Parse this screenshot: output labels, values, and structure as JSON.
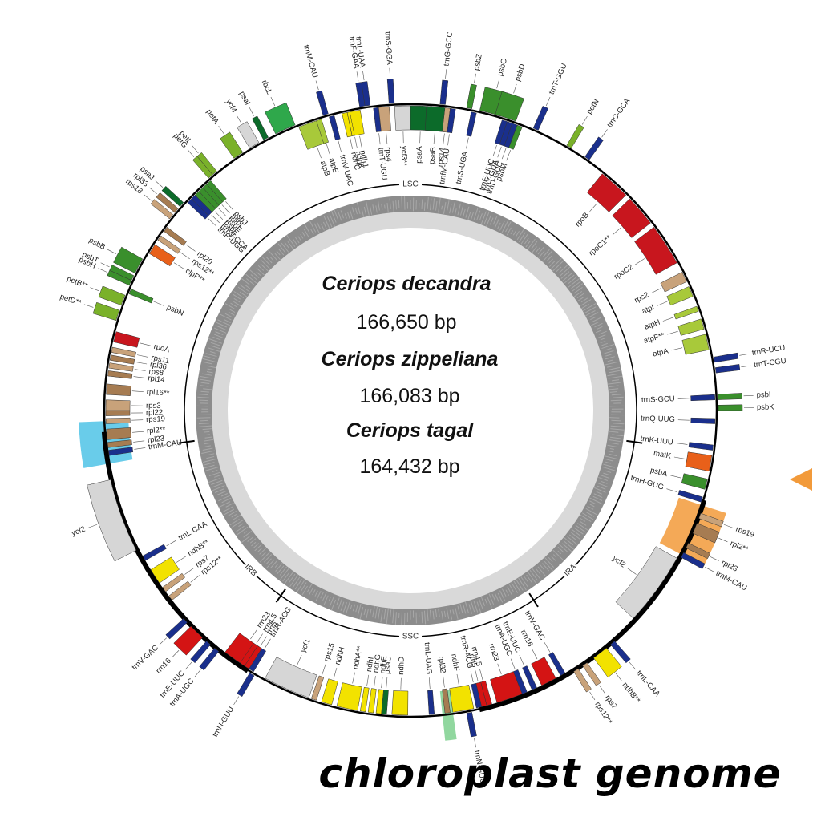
{
  "center": {
    "species": [
      {
        "name": "Ceriops decandra",
        "size": "166,650 bp"
      },
      {
        "name": "Ceriops zippeliana",
        "size": "166,083 bp"
      },
      {
        "name": "Ceriops tagal",
        "size": "164,432 bp"
      }
    ]
  },
  "footer": {
    "title": "chloroplast genome"
  },
  "regions": [
    {
      "label": "LSC",
      "angle": 0
    },
    {
      "label": "IRA",
      "angle": 135
    },
    {
      "label": "SSC",
      "angle": 180
    },
    {
      "label": "IRB",
      "angle": 225
    }
  ],
  "colors": {
    "photosystem_I": "#0c6b2a",
    "photosystem_II": "#3a8f2c",
    "cytochrome": "#7ab12a",
    "atp_synthase": "#a8c93a",
    "nadh": "#f2e200",
    "rubisco": "#2fa84b",
    "rna_polymerase": "#c8161e",
    "ribosomal_small": "#c8a27a",
    "ribosomal_large": "#a67c52",
    "clpP_matK": "#e8601a",
    "other_genes": "#d6d6d6",
    "trna": "#1a2f8c",
    "rrna": "#d41414",
    "highlight_blue": "#4fc3e6",
    "highlight_orange": "#f29a3a",
    "highlight_green": "#7ed08e",
    "gc_content": "#8c8c8c",
    "inner_ring": "#d9d9d9"
  },
  "genes": [
    {
      "label": "trnG-GCC",
      "angle": 6,
      "side": "out",
      "color": "trna",
      "span": 1
    },
    {
      "label": "psbZ",
      "angle": 11,
      "side": "out",
      "color": "photosystem_II",
      "span": 1
    },
    {
      "label": "psbC",
      "angle": 15,
      "side": "out",
      "color": "photosystem_II",
      "span": 4
    },
    {
      "label": "psbD",
      "angle": 18,
      "side": "out",
      "color": "photosystem_II",
      "span": 4
    },
    {
      "label": "trnT-GGU",
      "angle": 24,
      "side": "out",
      "color": "trna",
      "span": 1
    },
    {
      "label": "petN",
      "angle": 31,
      "side": "out",
      "color": "cytochrome",
      "span": 1
    },
    {
      "label": "trnC-GCA",
      "angle": 35,
      "side": "out",
      "color": "trna",
      "span": 1
    },
    {
      "label": "rpoB",
      "angle": 42,
      "side": "in",
      "color": "rna_polymerase",
      "span": 6
    },
    {
      "label": "rpoC1**",
      "angle": 49,
      "side": "in",
      "color": "rna_polymerase",
      "span": 6
    },
    {
      "label": "rpoC2",
      "angle": 57,
      "side": "in",
      "color": "rna_polymerase",
      "span": 8
    },
    {
      "label": "rps2",
      "angle": 64,
      "side": "in",
      "color": "ribosomal_small",
      "span": 2
    },
    {
      "label": "atpI",
      "angle": 67,
      "side": "in",
      "color": "atp_synthase",
      "span": 2
    },
    {
      "label": "atpH",
      "angle": 70.5,
      "side": "in",
      "color": "atp_synthase",
      "span": 1
    },
    {
      "label": "atpF**",
      "angle": 73.5,
      "side": "in",
      "color": "atp_synthase",
      "span": 2
    },
    {
      "label": "atpA",
      "angle": 77,
      "side": "in",
      "color": "atp_synthase",
      "span": 3
    },
    {
      "label": "trnR-UCU",
      "angle": 80.5,
      "side": "out",
      "color": "trna",
      "span": 1
    },
    {
      "label": "trnT-CGU",
      "angle": 82.5,
      "side": "out",
      "color": "trna",
      "span": 1
    },
    {
      "label": "trnS-GCU",
      "angle": 87.5,
      "side": "in",
      "color": "trna",
      "span": 1
    },
    {
      "label": "psbI",
      "angle": 87.5,
      "side": "out",
      "color": "photosystem_II",
      "span": 1
    },
    {
      "label": "psbK",
      "angle": 89.5,
      "side": "out",
      "color": "photosystem_II",
      "span": 1
    },
    {
      "label": "trnQ-UUG",
      "angle": 92,
      "side": "in",
      "color": "trna",
      "span": 1
    },
    {
      "label": "trnK-UUU",
      "angle": 97,
      "side": "in",
      "color": "trna",
      "span": 1
    },
    {
      "label": "matK",
      "angle": 100,
      "side": "in",
      "color": "clpP_matK",
      "span": 3
    },
    {
      "label": "psbA",
      "angle": 104,
      "side": "in",
      "color": "photosystem_II",
      "span": 2
    },
    {
      "label": "trnH-GUG",
      "angle": 107,
      "side": "in",
      "color": "trna",
      "span": 1
    },
    {
      "label": "rps19",
      "angle": 110,
      "side": "out",
      "color": "ribosomal_small",
      "span": 1
    },
    {
      "label": "rpl2**",
      "angle": 112.5,
      "side": "out",
      "color": "ribosomal_large",
      "span": 2
    },
    {
      "label": "rpl23",
      "angle": 116,
      "side": "out",
      "color": "ribosomal_large",
      "span": 1
    },
    {
      "label": "trnM-CAU",
      "angle": 118,
      "side": "out",
      "color": "trna",
      "span": 1
    },
    {
      "label": "ycf2",
      "angle": 126,
      "side": "in",
      "color": "other_genes",
      "span": 14
    },
    {
      "label": "trnL-CAA",
      "angle": 139,
      "side": "out",
      "color": "trna",
      "span": 1
    },
    {
      "label": "ndhB**",
      "angle": 142,
      "side": "out",
      "color": "nadh",
      "span": 3
    },
    {
      "label": "rps7",
      "angle": 145.5,
      "side": "out",
      "color": "ribosomal_small",
      "span": 1
    },
    {
      "label": "rps12**",
      "angle": 147.5,
      "side": "out",
      "color": "ribosomal_small",
      "span": 1
    },
    {
      "label": "trnV-GAC",
      "angle": 150,
      "side": "in",
      "color": "trna",
      "span": 1
    },
    {
      "label": "rrn16",
      "angle": 153,
      "side": "in",
      "color": "rrna",
      "span": 3
    },
    {
      "label": "trnE-UUC",
      "angle": 156,
      "side": "in",
      "color": "trna",
      "span": 1
    },
    {
      "label": "trnA-UGC",
      "angle": 158,
      "side": "in",
      "color": "trna",
      "span": 1
    },
    {
      "label": "rrn23",
      "angle": 161,
      "side": "in",
      "color": "rrna",
      "span": 5
    },
    {
      "label": "rrn4.5",
      "angle": 165,
      "side": "in",
      "color": "rrna",
      "span": 1
    },
    {
      "label": "rrn5",
      "angle": 166,
      "side": "in",
      "color": "rrna",
      "span": 1
    },
    {
      "label": "trnR-ACG",
      "angle": 167,
      "side": "in",
      "color": "trna",
      "span": 1
    },
    {
      "label": "trnN-GUU",
      "angle": 169,
      "side": "out",
      "color": "trna",
      "span": 1
    },
    {
      "label": "rpl32",
      "angle": 173,
      "side": "in",
      "color": "ribosomal_large",
      "span": 1
    },
    {
      "label": "trnL-UAG",
      "angle": 176,
      "side": "in",
      "color": "trna",
      "span": 1
    },
    {
      "label": "ndhF",
      "angle": 170,
      "side": "in",
      "color": "nadh",
      "span": 4
    },
    {
      "label": "ndhD",
      "angle": 182,
      "side": "in",
      "color": "nadh",
      "span": 3
    },
    {
      "label": "psaC",
      "angle": 185,
      "side": "in",
      "color": "photosystem_I",
      "span": 1
    },
    {
      "label": "ndhE",
      "angle": 186,
      "side": "in",
      "color": "nadh",
      "span": 1
    },
    {
      "label": "ndhG",
      "angle": 187.5,
      "side": "in",
      "color": "nadh",
      "span": 1
    },
    {
      "label": "ndhI",
      "angle": 189,
      "side": "in",
      "color": "nadh",
      "span": 1
    },
    {
      "label": "ndhA**",
      "angle": 192,
      "side": "in",
      "color": "nadh",
      "span": 4
    },
    {
      "label": "ndhH",
      "angle": 196,
      "side": "in",
      "color": "nadh",
      "span": 2
    },
    {
      "label": "rps15",
      "angle": 198.5,
      "side": "in",
      "color": "ribosomal_small",
      "span": 1
    },
    {
      "label": "ycf1",
      "angle": 204,
      "side": "in",
      "color": "other_genes",
      "span": 9
    },
    {
      "label": "trnN-GUU",
      "angle": 211,
      "side": "out",
      "color": "trna",
      "span": 1
    },
    {
      "label": "rrn23",
      "angle": 215,
      "side": "in",
      "color": "rrna",
      "span": 5
    },
    {
      "label": "rrn4.5",
      "angle": 213.5,
      "side": "in",
      "color": "rrna",
      "span": 1
    },
    {
      "label": "rrn5",
      "angle": 212.5,
      "side": "in",
      "color": "rrna",
      "span": 1
    },
    {
      "label": "trnR-ACG",
      "angle": 211.5,
      "side": "in",
      "color": "trna",
      "span": 1
    },
    {
      "label": "trnA-UGC",
      "angle": 219,
      "side": "out",
      "color": "trna",
      "span": 1
    },
    {
      "label": "trnE-UUC",
      "angle": 221,
      "side": "out",
      "color": "trna",
      "span": 1
    },
    {
      "label": "rrn16",
      "angle": 224,
      "side": "out",
      "color": "rrna",
      "span": 3
    },
    {
      "label": "trnV-GAC",
      "angle": 227,
      "side": "out",
      "color": "trna",
      "span": 1
    },
    {
      "label": "rps12**",
      "angle": 232,
      "side": "in",
      "color": "ribosomal_small",
      "span": 1
    },
    {
      "label": "rps7",
      "angle": 234,
      "side": "in",
      "color": "ribosomal_small",
      "span": 1
    },
    {
      "label": "ndhB**",
      "angle": 237,
      "side": "in",
      "color": "nadh",
      "span": 3
    },
    {
      "label": "trnL-CAA",
      "angle": 241,
      "side": "in",
      "color": "trna",
      "span": 1
    },
    {
      "label": "ycf2",
      "angle": 250,
      "side": "out",
      "color": "other_genes",
      "span": 14
    },
    {
      "label": "trnM-CAU",
      "angle": 262,
      "side": "in",
      "color": "trna",
      "span": 1
    },
    {
      "label": "rpl23",
      "angle": 263.5,
      "side": "in",
      "color": "ribosomal_large",
      "span": 1
    },
    {
      "label": "rpl2**",
      "angle": 265.5,
      "side": "in",
      "color": "ribosomal_large",
      "span": 2
    },
    {
      "label": "rps19",
      "angle": 268,
      "side": "in",
      "color": "ribosomal_small",
      "span": 1
    },
    {
      "label": "rpl22",
      "angle": 269.5,
      "side": "in",
      "color": "ribosomal_large",
      "span": 1
    },
    {
      "label": "rps3",
      "angle": 271,
      "side": "in",
      "color": "ribosomal_small",
      "span": 2
    },
    {
      "label": "rpl16**",
      "angle": 274,
      "side": "in",
      "color": "ribosomal_large",
      "span": 2
    },
    {
      "label": "rpl14",
      "angle": 277,
      "side": "in",
      "color": "ribosomal_large",
      "span": 1
    },
    {
      "label": "rps8",
      "angle": 278.5,
      "side": "in",
      "color": "ribosomal_small",
      "span": 1
    },
    {
      "label": "rpl36",
      "angle": 280,
      "side": "in",
      "color": "ribosomal_large",
      "span": 1
    },
    {
      "label": "rps11",
      "angle": 281.5,
      "side": "in",
      "color": "ribosomal_small",
      "span": 1
    },
    {
      "label": "rpoA",
      "angle": 284,
      "side": "in",
      "color": "rna_polymerase",
      "span": 2
    },
    {
      "label": "petD**",
      "angle": 288,
      "side": "out",
      "color": "cytochrome",
      "span": 2
    },
    {
      "label": "petB**",
      "angle": 291,
      "side": "out",
      "color": "cytochrome",
      "span": 2
    },
    {
      "label": "psbN",
      "angle": 293,
      "side": "in",
      "color": "photosystem_II",
      "span": 1
    },
    {
      "label": "psbH",
      "angle": 294.5,
      "side": "out",
      "color": "photosystem_II",
      "span": 1
    },
    {
      "label": "psbT",
      "angle": 295.5,
      "side": "out",
      "color": "photosystem_II",
      "span": 1
    },
    {
      "label": "psbB",
      "angle": 298,
      "side": "out",
      "color": "photosystem_II",
      "span": 3
    },
    {
      "label": "clpP**",
      "angle": 302,
      "side": "in",
      "color": "clpP_matK",
      "span": 2
    },
    {
      "label": "rps12**",
      "angle": 304.5,
      "side": "in",
      "color": "ribosomal_small",
      "span": 1
    },
    {
      "label": "rpl20",
      "angle": 306.5,
      "side": "in",
      "color": "ribosomal_large",
      "span": 1
    },
    {
      "label": "rps18",
      "angle": 309,
      "side": "out",
      "color": "ribosomal_small",
      "span": 1
    },
    {
      "label": "rpl33",
      "angle": 310.5,
      "side": "out",
      "color": "ribosomal_large",
      "span": 1
    },
    {
      "label": "psaJ",
      "angle": 312,
      "side": "out",
      "color": "photosystem_I",
      "span": 1
    },
    {
      "label": "trnP-UGG",
      "angle": 313.5,
      "side": "in",
      "color": "trna",
      "span": 1
    },
    {
      "label": "trnW-CCA",
      "angle": 314.5,
      "side": "in",
      "color": "trna",
      "span": 1
    },
    {
      "label": "psbE",
      "angle": 315.5,
      "side": "in",
      "color": "photosystem_II",
      "span": 1
    },
    {
      "label": "psbF",
      "angle": 316.5,
      "side": "in",
      "color": "photosystem_II",
      "span": 1
    },
    {
      "label": "psbL",
      "angle": 317.5,
      "side": "in",
      "color": "photosystem_II",
      "span": 1
    },
    {
      "label": "psbJ",
      "angle": 318.5,
      "side": "in",
      "color": "photosystem_II",
      "span": 1
    },
    {
      "label": "petG",
      "angle": 319.5,
      "side": "out",
      "color": "cytochrome",
      "span": 1
    },
    {
      "label": "petL",
      "angle": 320.5,
      "side": "out",
      "color": "cytochrome",
      "span": 1
    },
    {
      "label": "petA",
      "angle": 326,
      "side": "out",
      "color": "cytochrome",
      "span": 2
    },
    {
      "label": "ycf4",
      "angle": 329.5,
      "side": "out",
      "color": "other_genes",
      "span": 2
    },
    {
      "label": "psaI",
      "angle": 332,
      "side": "out",
      "color": "photosystem_I",
      "span": 1
    },
    {
      "label": "rbcL",
      "angle": 336,
      "side": "out",
      "color": "rubisco",
      "span": 4
    },
    {
      "label": "atpB",
      "angle": 340.5,
      "side": "in",
      "color": "atp_synthase",
      "span": 4
    },
    {
      "label": "atpE",
      "angle": 342.5,
      "side": "in",
      "color": "atp_synthase",
      "span": 1
    },
    {
      "label": "trnM-CAU",
      "angle": 344,
      "side": "out",
      "color": "trna",
      "span": 1
    },
    {
      "label": "trnV-UAC",
      "angle": 345,
      "side": "in",
      "color": "trna",
      "span": 1
    },
    {
      "label": "ndhC",
      "angle": 347.5,
      "side": "in",
      "color": "nadh",
      "span": 1
    },
    {
      "label": "ndhK",
      "angle": 348.5,
      "side": "in",
      "color": "nadh",
      "span": 1
    },
    {
      "label": "ndhJ",
      "angle": 349.5,
      "side": "in",
      "color": "nadh",
      "span": 2
    },
    {
      "label": "trnF-GAA",
      "angle": 351,
      "side": "out",
      "color": "trna",
      "span": 1
    },
    {
      "label": "trnL-UAA",
      "angle": 352,
      "side": "out",
      "color": "trna",
      "span": 1
    },
    {
      "label": "trnT-UGU",
      "angle": 353.5,
      "side": "in",
      "color": "trna",
      "span": 1
    },
    {
      "label": "rps4",
      "angle": 355,
      "side": "in",
      "color": "ribosomal_small",
      "span": 2
    },
    {
      "label": "trnS-GGA",
      "angle": 356.5,
      "side": "out",
      "color": "trna",
      "span": 1
    },
    {
      "label": "ycf3**",
      "angle": 358.5,
      "side": "in",
      "color": "other_genes",
      "span": 3
    },
    {
      "label": "psaA",
      "angle": 2,
      "side": "in",
      "color": "photosystem_I",
      "span": 4
    },
    {
      "label": "psaB",
      "angle": 5,
      "side": "in",
      "color": "photosystem_I",
      "span": 4
    },
    {
      "label": "rps14",
      "angle": 7,
      "side": "in",
      "color": "ribosomal_small",
      "span": 1
    },
    {
      "label": "trnfM-CAU",
      "angle": 8,
      "side": "in",
      "color": "trna",
      "span": 1
    },
    {
      "label": "trnS-UGA",
      "angle": 12,
      "side": "in",
      "color": "trna",
      "span": 1
    },
    {
      "label": "psbM",
      "angle": 21,
      "side": "in",
      "color": "photosystem_II",
      "span": 1
    },
    {
      "label": "trnD-GUC",
      "angle": 20,
      "side": "in",
      "color": "trna",
      "span": 1
    },
    {
      "label": "trnY-GUA",
      "angle": 19,
      "side": "in",
      "color": "trna",
      "span": 1
    },
    {
      "label": "trnE-UUC",
      "angle": 18,
      "side": "in",
      "color": "trna",
      "span": 1
    }
  ],
  "highlights": [
    {
      "name": "left-ir-boundary-highlight",
      "angle": 264,
      "span": 8,
      "color": "highlight_blue"
    },
    {
      "name": "right-ir-boundary-highlight",
      "angle": 113,
      "span": 10,
      "color": "highlight_orange"
    },
    {
      "name": "ssc-rpl32-highlight",
      "angle": 173,
      "span": 2,
      "color": "highlight_green"
    }
  ]
}
